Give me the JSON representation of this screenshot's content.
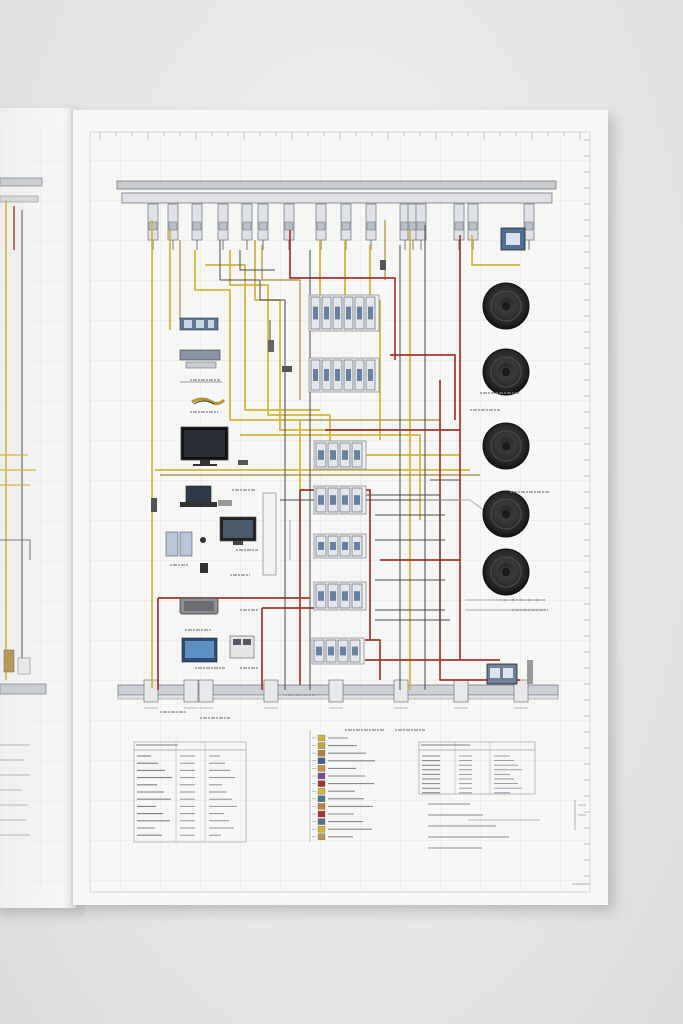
{
  "colors": {
    "background": "#e4e4e4",
    "paper": "#f7f7f6",
    "grid": "#e3e6ea",
    "wire_yellow": "#d4b53a",
    "wire_red": "#a8322d",
    "wire_dark": "#444444",
    "wire_tan": "#b89a55",
    "rail": "#c9ccd0",
    "breaker_blue": "#3e5f8a",
    "speaker": "#2a2a2a"
  },
  "diagram": {
    "speaker_count": 5,
    "top_terminal_count": 16,
    "table_rows": [
      12,
      14,
      9,
      5
    ]
  }
}
